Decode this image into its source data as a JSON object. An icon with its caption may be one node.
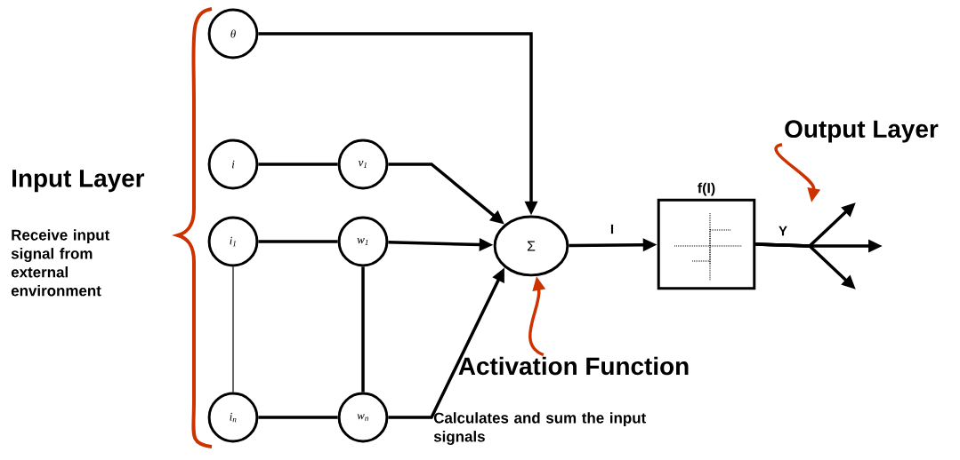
{
  "diagram": {
    "nodes": [
      {
        "text": [
          "θ"
        ]
      },
      {
        "text": [
          "i"
        ]
      },
      {
        "text": [
          "v$_{1}$"
        ]
      },
      {
        "text": [
          "i$_{1}$"
        ]
      },
      {
        "text": [
          "w$_{1}$"
        ]
      },
      {
        "text": [
          "i$_{n}$"
        ]
      },
      {
        "text": [
          "w$_{n}$"
        ]
      },
      {
        "text": [
          "Σ"
        ]
      },
      {
        "text": [
          "f(I)"
        ]
      },
      {
        "text": [
          "Activation Function"
        ]
      },
      {
        "text": [
          "Output Layer"
        ]
      }
    ],
    "edges": [
      {
        "from": 0,
        "to": 7,
        "arrow": "to"
      },
      {
        "from": 1,
        "to": 2,
        "arrow": "none"
      },
      {
        "from": 2,
        "to": 7,
        "arrow": "to"
      },
      {
        "from": 3,
        "to": 4,
        "arrow": "none"
      },
      {
        "from": 4,
        "to": 7,
        "arrow": "to"
      },
      {
        "from": 5,
        "to": 6,
        "arrow": "none"
      },
      {
        "from": 6,
        "to": 7,
        "arrow": "to"
      },
      {
        "from": 3,
        "to": 5,
        "arrow": "none"
      },
      {
        "from": 4,
        "to": 6,
        "arrow": "none"
      },
      {
        "from": 7,
        "to": 8,
        "arrow": "to",
        "label": "I"
      },
      {
        "from": 8,
        "to": null,
        "arrow": "to"
      },
      {
        "from": 8,
        "to": null,
        "arrow": "to",
        "label": "Y"
      },
      {
        "from": 8,
        "to": null,
        "arrow": "to"
      },
      {
        "from": 9,
        "to": 7,
        "arrow": "to",
        "color": "#cc3300"
      },
      {
        "from": 10,
        "to": null,
        "arrow": "to",
        "color": "#cc3300"
      }
    ],
    "labels": [
      "Input Layer",
      "Receive input signal from external environment",
      "Calculates and sum the input signals"
    ]
  }
}
